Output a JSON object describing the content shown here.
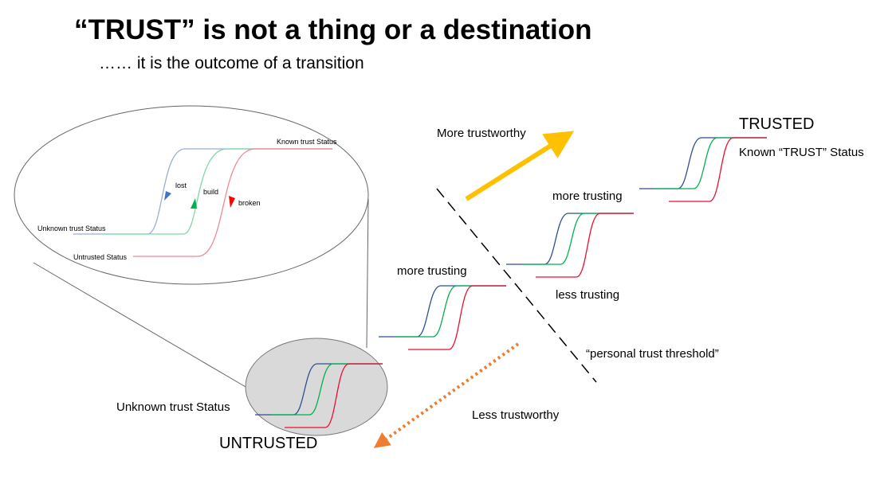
{
  "title": "“TRUST” is not a thing or a destination",
  "subtitle": "…… it is the outcome of a transition",
  "zoom_detail": {
    "known": "Known trust Status",
    "unknown": "Unknown trust Status",
    "untrusted": "Untrusted Status",
    "lost": "lost",
    "build": "build",
    "broken": "broken"
  },
  "labels": {
    "more_trustworthy": "More trustworthy",
    "trusted": "TRUSTED",
    "known_trust_status": "Known “TRUST” Status",
    "more_trusting_1": "more trusting",
    "more_trusting_2": "more trusting",
    "less_trusting": "less trusting",
    "threshold": "“personal trust threshold”",
    "unknown_trust_status": "Unknown trust Status",
    "less_trustworthy": "Less  trustworthy",
    "untrusted": "UNTRUSTED"
  },
  "colors": {
    "blue": "#2f4f8f",
    "green": "#00b050",
    "red": "#e8112d",
    "yellow": "#ffc000",
    "orange": "#ed7d31",
    "lightblue": "#9aaed6",
    "lightgreen": "#7fd8a7",
    "lightred": "#f08a95"
  }
}
